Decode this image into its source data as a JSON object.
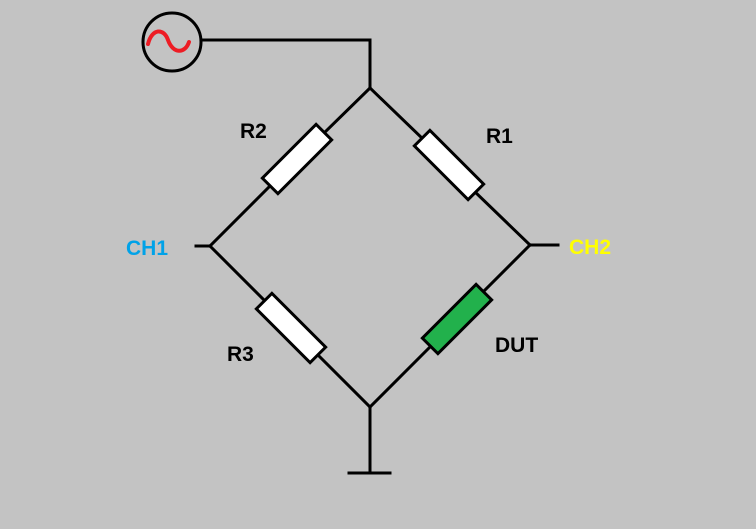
{
  "labels": {
    "r1": "R1",
    "r2": "R2",
    "r3": "R3",
    "dut": "DUT",
    "ch1": "CH1",
    "ch2": "CH2"
  },
  "colors": {
    "background": "#c3c3c3",
    "wire": "#000000",
    "resistor_fill": "#ffffff",
    "dut_fill": "#22b14c",
    "source_wave": "#ed1c24",
    "ch1_text": "#00a2e8",
    "ch2_text": "#ffff00",
    "label_text": "#000000"
  },
  "icons": {
    "source": "ac-source-icon",
    "ground": "ground-icon"
  }
}
